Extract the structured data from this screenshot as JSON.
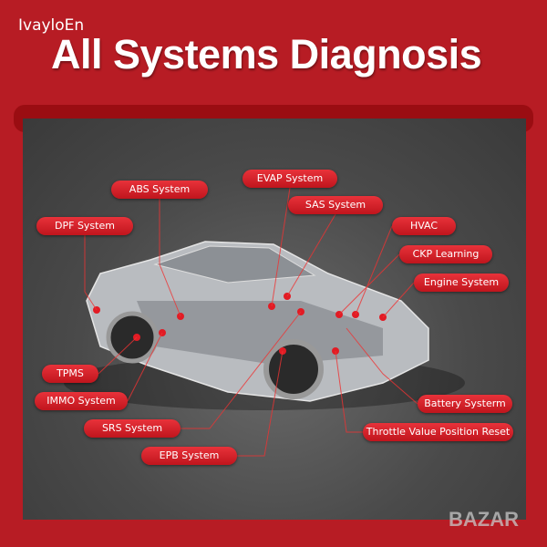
{
  "watermark_user": "IvayloEn",
  "title": "All Systems Diagnosis",
  "labels": {
    "abs": "ABS System",
    "evap": "EVAP System",
    "sas": "SAS System",
    "dpf": "DPF System",
    "hvac": "HVAC",
    "ckp": "CKP Learning",
    "engine": "Engine System",
    "tpms": "TPMS",
    "immo": "IMMO System",
    "srs": "SRS System",
    "epb": "EPB System",
    "battery": "Battery Systerm",
    "throttle": "Throttle Value Position Reset"
  },
  "watermark_site": "BAZAR",
  "colors": {
    "background": "#b71c24",
    "label": "#d7222b"
  }
}
